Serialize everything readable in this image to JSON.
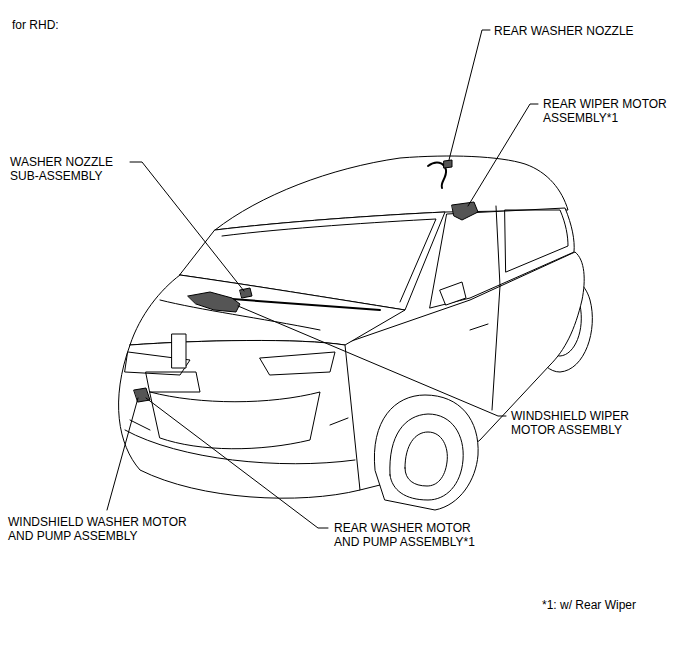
{
  "diagram": {
    "title": "for RHD:",
    "labels": [
      "REAR WASHER NOZZLE",
      "REAR WIPER MOTOR ASSEMBLY*1",
      "WASHER NOZZLE SUB-ASSEMBLY",
      "WINDSHIELD WIPER MOTOR ASSEMBLY",
      "WINDSHIELD WASHER MOTOR AND PUMP ASSEMBLY",
      "REAR WASHER MOTOR AND PUMP ASSEMBLY*1",
      "*1: w/ Rear Wiper"
    ]
  }
}
